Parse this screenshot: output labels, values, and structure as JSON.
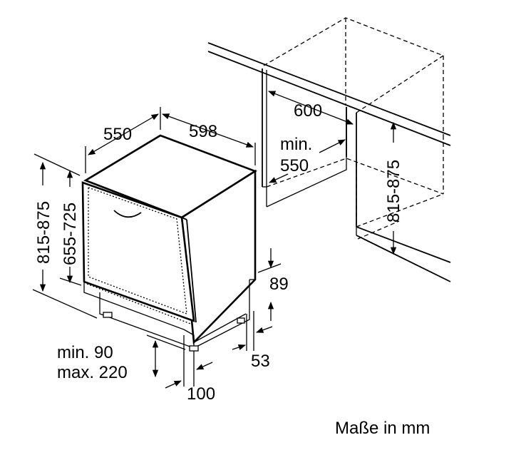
{
  "dimensions": {
    "depth": "550",
    "width": "598",
    "niche_width": "600",
    "niche_depth_min": "min.",
    "niche_depth_value": "550",
    "niche_height": "815-875",
    "appliance_height": "815-875",
    "door_height": "655-725",
    "plinth_top": "89",
    "plinth_side": "53",
    "plinth_min": "min. 90",
    "plinth_max": "max. 220",
    "plinth_depth": "100"
  },
  "footer": {
    "units_note": "Maße in mm"
  }
}
